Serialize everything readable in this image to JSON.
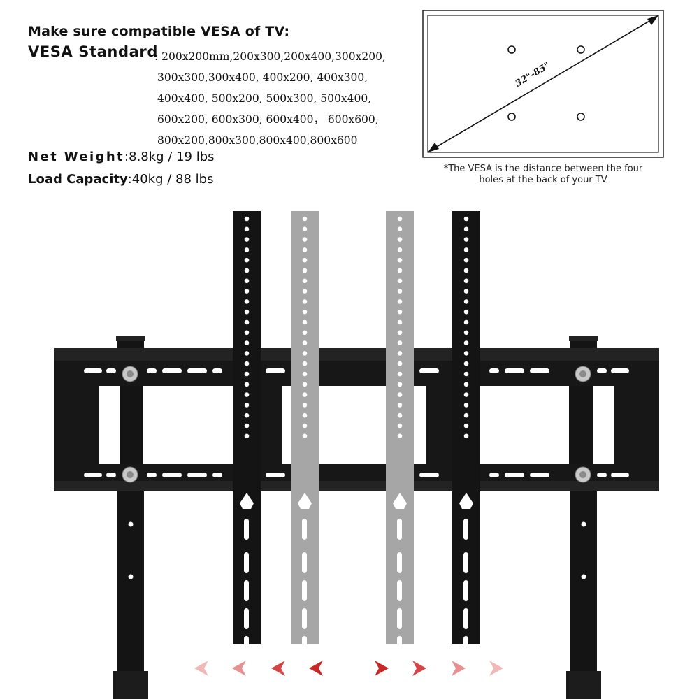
{
  "specs": {
    "heading": "Make sure compatible VESA of TV:",
    "vesa_label": "VESA Standard",
    "vesa_lines": [
      ": 200x200mm,200x300,200x400,300x200,",
      "300x300,300x400, 400x200, 400x300,",
      "400x400, 500x200, 500x300, 500x400,",
      "600x200, 600x300, 600x400， 600x600,",
      "800x200,800x300,800x400,800x600"
    ],
    "net_weight_label": "Net Weight",
    "net_weight_value": ":8.8kg / 19 lbs",
    "load_label": "Load Capacity",
    "load_value": ":40kg / 88 lbs"
  },
  "diagram": {
    "size_label": "32\"-85\"",
    "note_line1": "*The VESA is the distance between the four",
    "note_line2": "holes at the back of your TV"
  },
  "colors": {
    "bracket": "#141414",
    "ghost": "#a6a6a6",
    "arrow_light": "#f2b8b8",
    "arrow_mid": "#e88f8f",
    "arrow_strong": "#d64545",
    "arrow_dark": "#c92626"
  }
}
